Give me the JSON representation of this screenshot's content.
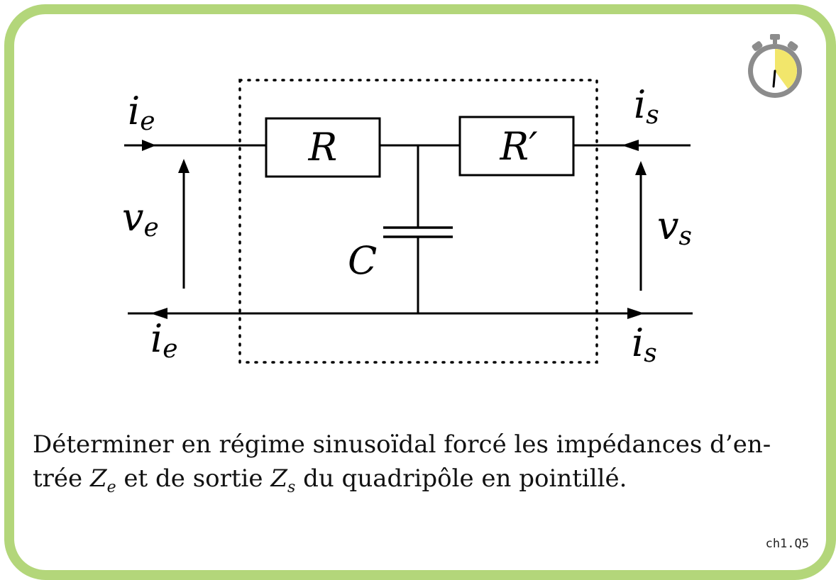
{
  "diagram": {
    "labels": {
      "i_e_top": {
        "base": "i",
        "sub": "e"
      },
      "i_e_bottom": {
        "base": "i",
        "sub": "e"
      },
      "i_s_top": {
        "base": "i",
        "sub": "s"
      },
      "i_s_bottom": {
        "base": "i",
        "sub": "s"
      },
      "v_e": {
        "base": "v",
        "sub": "e"
      },
      "v_s": {
        "base": "v",
        "sub": "s"
      },
      "resistor_1": "R",
      "resistor_2": "R′",
      "capacitor": "C"
    }
  },
  "question": {
    "line1": "Déterminer en régime sinusoïdal forcé les impédances d’en-",
    "line2_a": "trée ",
    "Ze": {
      "base": "Z",
      "sub": "e"
    },
    "line2_b": " et de sortie ",
    "Zs": {
      "base": "Z",
      "sub": "s"
    },
    "line2_c": " du quadripôle en pointillé."
  },
  "reference": "ch1.Q5",
  "timer": {
    "icon": "stopwatch-icon",
    "fill_fraction": 0.4,
    "colors": {
      "ring": "#8c8c8c",
      "fill": "#f2e66b"
    }
  },
  "colors": {
    "border": "#b3d67a"
  }
}
